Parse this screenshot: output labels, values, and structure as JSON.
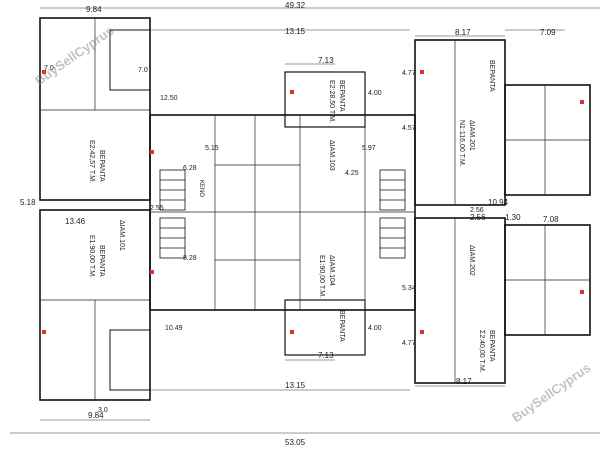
{
  "watermark": "BuySellCyprus",
  "colors": {
    "line": "#1a1a1a",
    "dim": "#333333",
    "mark": "#e03030",
    "wall": "#111111",
    "paper": "#ffffff"
  },
  "dims": {
    "top_total": "49.32",
    "bottom_total": "53.05",
    "left_top": "9.84",
    "left_bottom": "9.84",
    "mid_top": "13.15",
    "mid_bottom": "13.15",
    "right_top": "8.17",
    "right_bottom": "8.17",
    "far_right_top": "7.09",
    "far_right_mid": "7.08",
    "left_mid_a": "5.18",
    "left_mid_b": "13.46",
    "center_a": "7.13",
    "center_b": "7.13",
    "r_mid_a": "10.94",
    "r_mid_b": "2.56",
    "r_mid_c": "1.30",
    "misc": [
      "7.0",
      "7.0",
      "12.50",
      "6.28",
      "8.28",
      "2.55",
      "5.15",
      "4.00",
      "4.00",
      "4.77",
      "4.77",
      "5.97",
      "4.25",
      "4.57",
      "5.34",
      "2.56",
      "10.49",
      "3.0"
    ]
  },
  "labels": {
    "ver_left_top": "ΒΕΡΑΝΤΑ",
    "ver_left_mid": "ΒΕΡΑΝΤΑ",
    "ver_center_top": "ΒΕΡΑΝΤΑ",
    "ver_center_bot": "ΒΕΡΑΝΤΑ",
    "ver_right_top": "ΒΕΡΑΝΤΑ",
    "ver_right_bot": "ΒΕΡΑΝΤΑ",
    "flat_a": "ΔΙΑΜ.101",
    "flat_b": "ΔΙΑΜ.103",
    "flat_c": "ΔΙΑΜ.104",
    "flat_d": "ΔΙΑΜ.201",
    "flat_e": "ΔΙΑΜ.202",
    "area_a": "Ε1:90,00 Τ.Μ.",
    "area_b": "Ε1:90,00 Τ.Μ.",
    "area_c": "Ε2:42,57 Τ.Μ.",
    "area_d": "Ε2:28,50 Τ.Μ.",
    "area_e": "Ν1:116,00 Τ.Μ.",
    "area_f": "Σ2:40,00 Τ.Μ.",
    "kenos": "ΚΕΝΟ"
  }
}
